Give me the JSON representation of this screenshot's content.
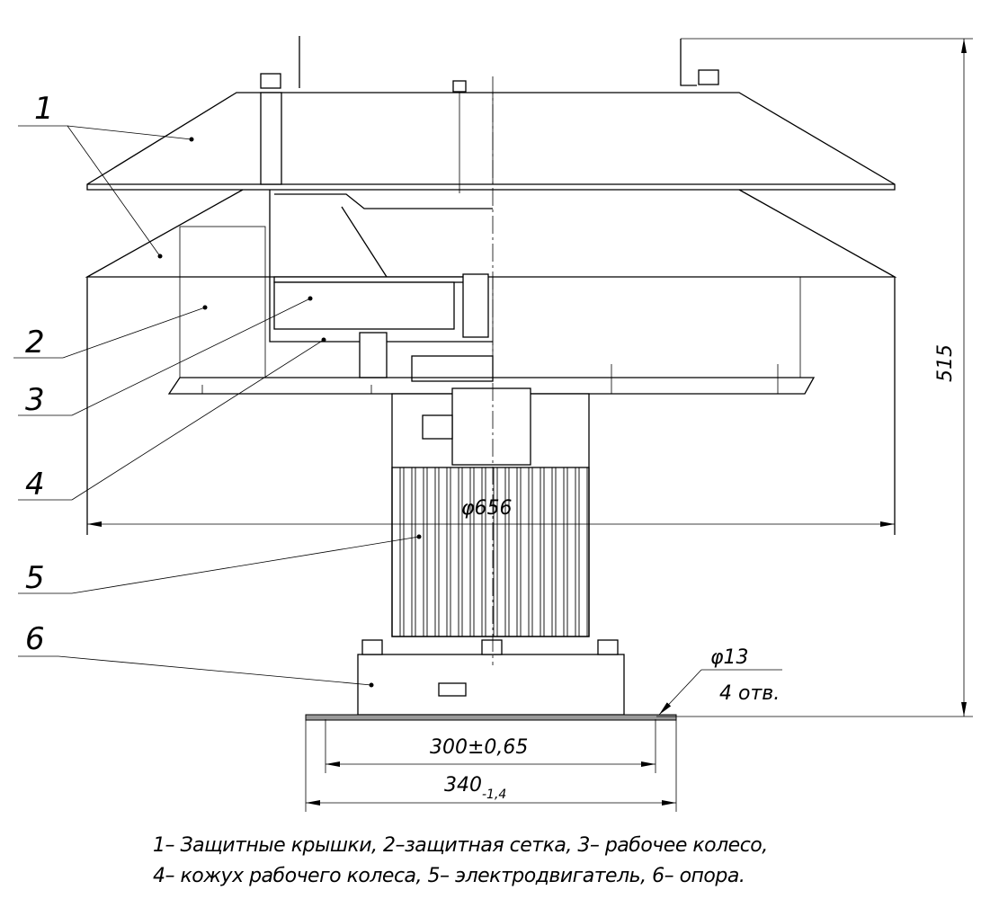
{
  "labels": [
    "1",
    "2",
    "3",
    "4",
    "5",
    "6"
  ],
  "dimensions": {
    "height": "515",
    "diameter_outer": "φ656",
    "hole_diameter": "φ13",
    "hole_count": "4 отв.",
    "hole_spacing": "300±0,65",
    "base_width": "340",
    "base_width_tolerance": "-1,4"
  },
  "caption": {
    "line1": "1– Защитные крышки, 2–защитная сетка, 3– рабочее колесо,",
    "line2": "4– кожух рабочего колеса, 5– электродвигатель, 6– опора."
  }
}
